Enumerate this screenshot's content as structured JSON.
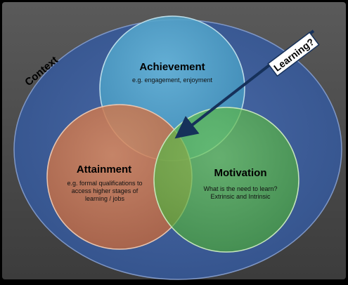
{
  "context_label": "Context",
  "question_label": "Learning?",
  "circles": {
    "achievement": {
      "title": "Achievement",
      "lines": [
        "e.g. engagement, enjoyment"
      ]
    },
    "attainment": {
      "title": "Attainment",
      "lines": [
        "e.g. formal qualifications to",
        "access higher stages of",
        "learning / jobs"
      ]
    },
    "motivation": {
      "title": "Motivation",
      "lines": [
        "What is the need to learn?",
        "Extrinsic and Intrinsic"
      ]
    }
  },
  "colors": {
    "background_frame": "#000000",
    "panel": "#4a4a4a",
    "context_fill": "#3f5f9a",
    "achievement_fill": "#4fa3c8",
    "attainment_fill": "#c8704a",
    "motivation_fill": "#5cb84a",
    "arrow": "#16315a",
    "label_box": "#ffffff"
  }
}
